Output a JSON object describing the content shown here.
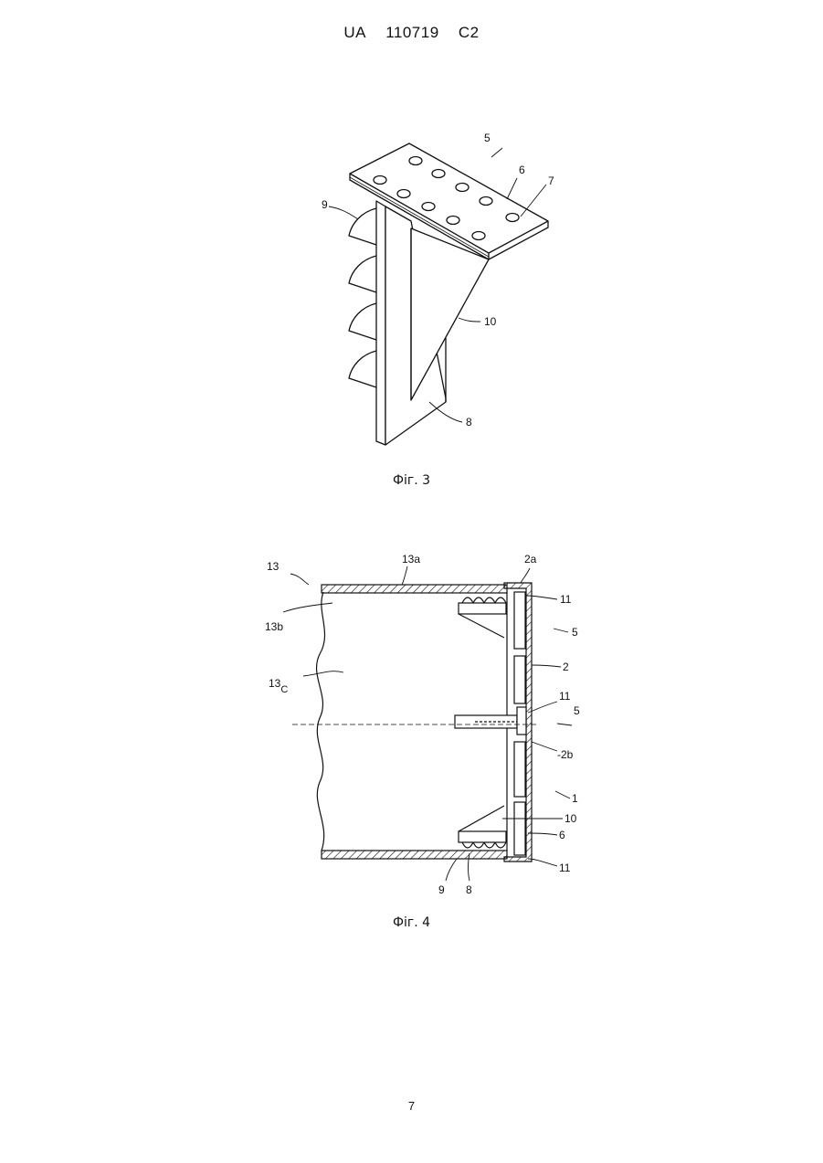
{
  "header": {
    "country": "UA",
    "number": "110719",
    "kind": "C2"
  },
  "figure3": {
    "caption": "Фіг. 3",
    "labels": {
      "l5": "5",
      "l6": "6",
      "l7": "7",
      "l9": "9",
      "l10": "10",
      "l8": "8"
    }
  },
  "figure4": {
    "caption": "Фіг. 4",
    "labels": {
      "l13": "13",
      "l13a": "13a",
      "l2a": "2a",
      "l13b": "13b",
      "l13c": "13",
      "l13c_sub": "C",
      "l11_top": "11",
      "l5_top": "5",
      "l2": "2",
      "l11_mid": "11",
      "l5_mid": "5",
      "l2b": "-2b",
      "l1": "1",
      "l10": "10",
      "l6": "6",
      "l11_bot": "11",
      "l9": "9",
      "l8": "8"
    }
  },
  "page_number": "7"
}
